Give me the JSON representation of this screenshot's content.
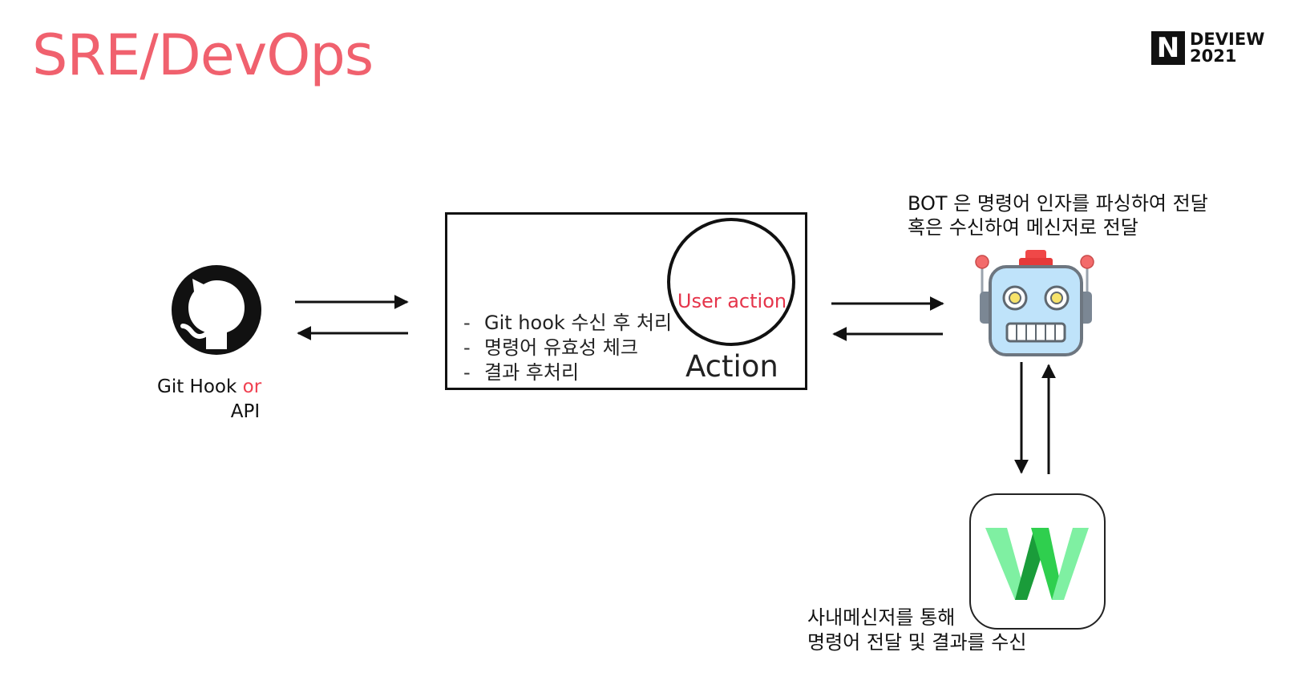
{
  "slide": {
    "title": "SRE/DevOps",
    "logo": {
      "letter": "N",
      "line1": "DEVIEW",
      "line2": "2021"
    }
  },
  "github": {
    "icon": "github-octocat-icon",
    "caption_part1": "Git Hook ",
    "caption_or": "or",
    "caption_line2": "API"
  },
  "action": {
    "circle_label": "User action",
    "box_label": "Action",
    "steps": [
      "Git hook 수신 후 처리",
      "명령어 유효성 체크",
      "결과 후처리"
    ]
  },
  "bot": {
    "icon": "robot-icon",
    "caption_line1": "BOT 은 명령어 인자를 파싱하여 전달",
    "caption_line2": "혹은 수신하여 메신저로 전달"
  },
  "messenger": {
    "icon": "works-messenger-app-icon",
    "caption_line1": "사내메신저를 통해",
    "caption_line2": "명령어 전달 및 결과를 수신"
  },
  "colors": {
    "title": "#f0616e",
    "or_highlight": "#f04050",
    "user_action": "#e5344a",
    "messenger_green_light": "#7ff0a2",
    "messenger_green_mid": "#2fcf4e",
    "messenger_green_dark": "#1a9c3a"
  }
}
